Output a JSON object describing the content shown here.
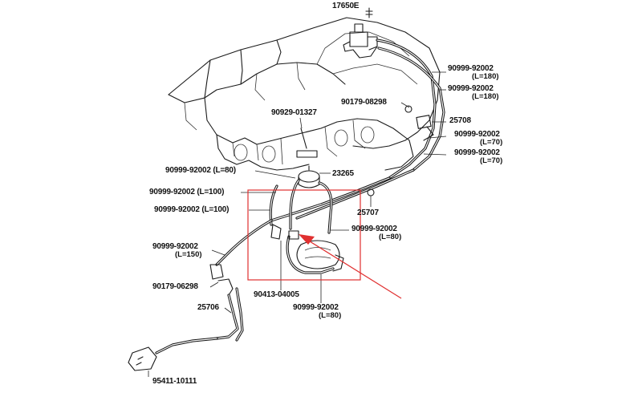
{
  "labels": {
    "p17650e": "17650E",
    "p90999_92002_a": "90999-92002",
    "p90999_92002_a_len": "(L=180)",
    "p90999_92002_b": "90999-92002",
    "p90999_92002_b_len": "(L=180)",
    "p90179_08298": "90179-08298",
    "p25708": "25708",
    "p90929_01327": "90929-01327",
    "p90999_92002_c": "90999-92002",
    "p90999_92002_c_len": "(L=70)",
    "p90999_92002_d": "90999-92002",
    "p90999_92002_d_len": "(L=70)",
    "p90999_92002_l80_top": "90999-92002 (L=80)",
    "p23265": "23265",
    "p90999_92002_l100_a": "90999-92002 (L=100)",
    "p90999_92002_l100_b": "90999-92002 (L=100)",
    "p25707": "25707",
    "p90999_92002_e": "90999-92002",
    "p90999_92002_e_len": "(L=80)",
    "p90999_92002_l150": "90999-92002",
    "p90999_92002_l150_len": "(L=150)",
    "p90179_06298": "90179-06298",
    "p90413_04005": "90413-04005",
    "p90999_92002_f": "90999-92002",
    "p90999_92002_f_len": "(L=80)",
    "p25706": "25706",
    "p95411_10111": "95411-10111"
  },
  "colors": {
    "highlight_box": "#e03030",
    "arrow": "#e03030",
    "line_art": "#1a1a1a"
  }
}
